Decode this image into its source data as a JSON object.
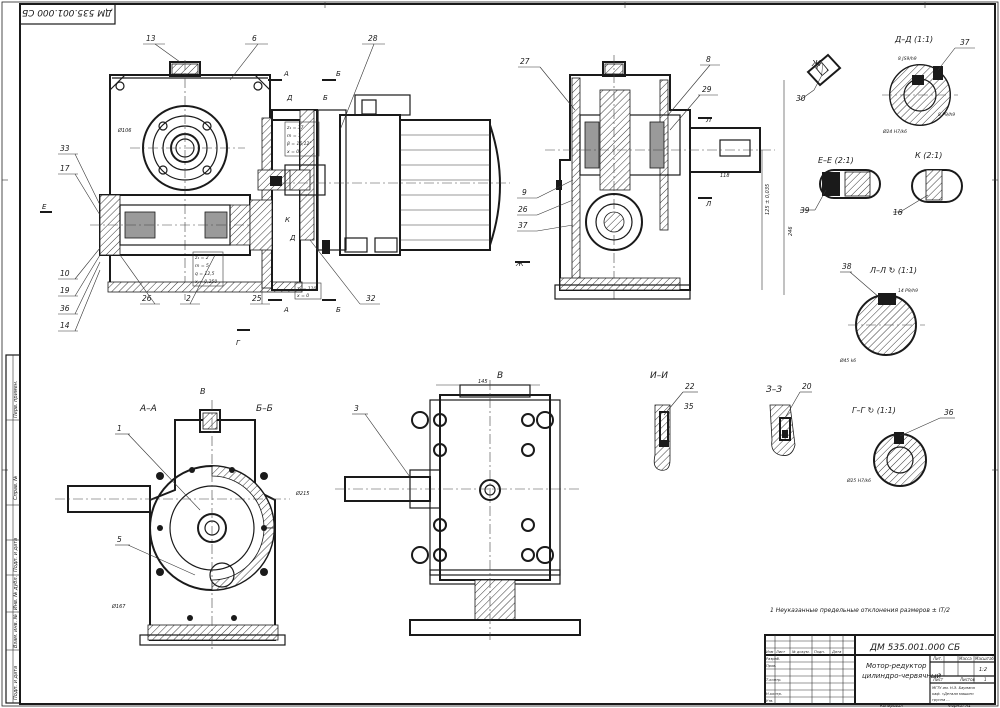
{
  "doc_code_rotated": "ДМ 535.001.000 СБ",
  "title_block": {
    "code": "ДМ 535.001.000 СБ",
    "name_line1": "Мотор-редуктор",
    "name_line2": "цилиндро-червячный",
    "col_lit": "Лит.",
    "col_mass": "Масса",
    "col_scale": "Масштаб",
    "scale": "1:2",
    "sheet": "Лист",
    "sheets": "Листов",
    "sheets_count": "1",
    "rows": [
      "Изм",
      "Лист",
      "№ докум.",
      "Подп.",
      "Дата"
    ],
    "roles": [
      "Разраб.",
      "Пров.",
      "Т.контр.",
      "Н.контр.",
      "Утв."
    ],
    "org1": "МГТУ им. Н.Э. Баумана",
    "org2": "каф. «Детали машин»",
    "org3": "группа ...",
    "copied": "Копировал",
    "format": "Формат А1"
  },
  "note": "1  Неуказанные предельные отклонения размеров ± IT/2",
  "side_strip": [
    "Перв. примен.",
    "Справ. №",
    "Подп. и дата",
    "Инв. № дубл.",
    "Взам. инв. №",
    "Подп. и дата",
    "Инв. № подл."
  ],
  "views": {
    "aa": "А–А",
    "bb": "Б–Б",
    "dd": "Д–Д (1:1)",
    "ee": "Е–Е (2:1)",
    "kk": "К (2:1)",
    "ll": "Л–Л ↻ (1:1)",
    "gg": "Г–Г ↻ (1:1)",
    "ii": "И–И",
    "zz": "З–З",
    "zh": "Ж",
    "v": "В"
  },
  "callouts": [
    "13",
    "6",
    "28",
    "27",
    "8",
    "29",
    "33",
    "17",
    "9",
    "26",
    "37",
    "10",
    "19",
    "36",
    "14",
    "2",
    "25",
    "32",
    "1",
    "5",
    "3",
    "22",
    "35",
    "20",
    "30",
    "37",
    "39",
    "16",
    "38",
    "36"
  ],
  "dimensions": {
    "gear1": [
      "z₁ = 37",
      "m = 1",
      "β = 16,12°",
      "x = 0"
    ],
    "gear2": [
      "z₁ = 2",
      "m = 5",
      "q = 12,5",
      "x = 0,250"
    ],
    "gear3": [
      "z₂ = 110",
      "x = 0"
    ],
    "d106": "Ø106",
    "d215": "Ø215",
    "d167": "Ø167",
    "w145": "145",
    "h246": "246",
    "h125": "125 ± 0,035",
    "l118": "118",
    "d24": "Ø24 H7/k6",
    "d25": "Ø25 H7/k6",
    "d45": "Ø45 k6",
    "p14": "14 P9/h9",
    "p8": "8 P9/h9",
    "p8b": "8 JS9/h9"
  }
}
